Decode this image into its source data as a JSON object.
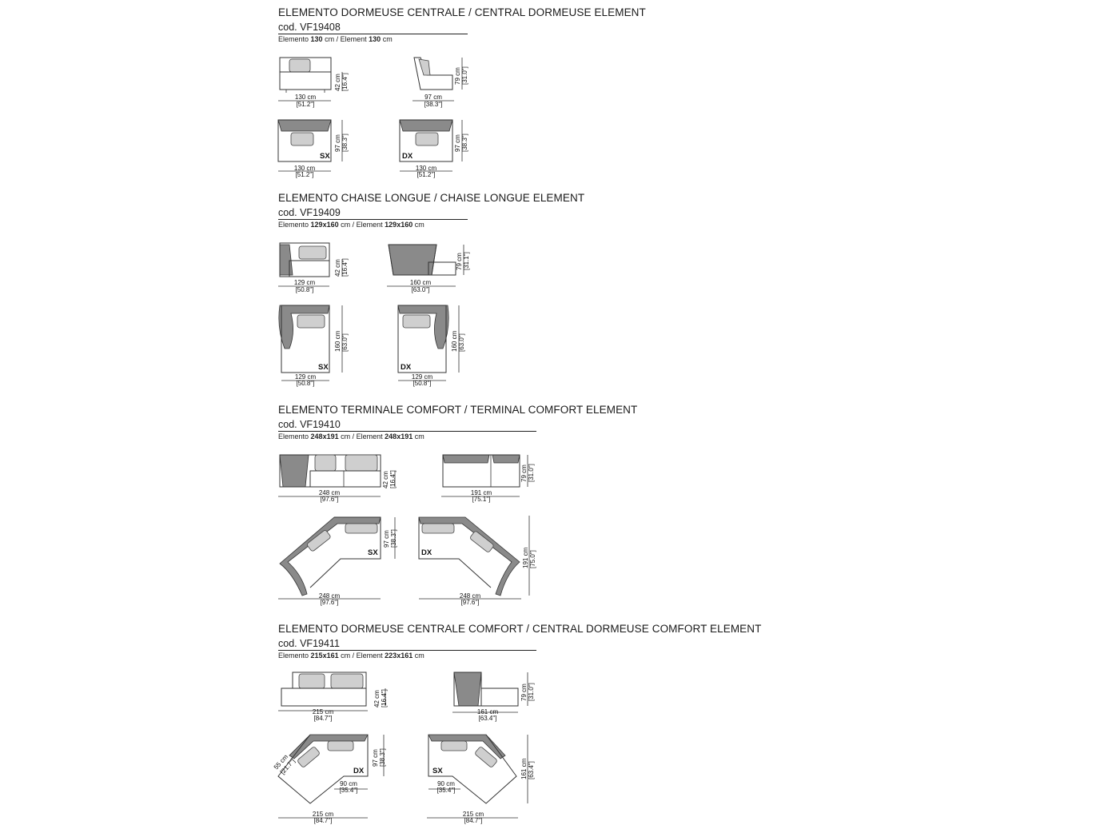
{
  "sections": [
    {
      "title": "ELEMENTO DORMEUSE CENTRALE / CENTRAL DORMEUSE ELEMENT",
      "code": "cod. VF19408",
      "dims": {
        "it_label": "Elemento",
        "it_value": "130",
        "en_label": "Element",
        "en_value": "130",
        "unit": "cm"
      },
      "views": {
        "front": {
          "w": "130 cm",
          "w_in": "[51.2\"]",
          "h": "42 cm",
          "h_in": "[16.4\"]"
        },
        "side": {
          "w": "97 cm",
          "w_in": "[38.3\"]",
          "h": "79 cm",
          "h_in": "[31.0\"]"
        },
        "plan_sx": {
          "tag": "SX",
          "w": "130 cm",
          "w_in": "[51.2\"]",
          "h": "97 cm",
          "h_in": "[38.3\"]"
        },
        "plan_dx": {
          "tag": "DX",
          "w": "130 cm",
          "w_in": "[51.2\"]",
          "h": "97 cm",
          "h_in": "[38.3\"]"
        }
      }
    },
    {
      "title": "ELEMENTO CHAISE LONGUE / CHAISE LONGUE ELEMENT",
      "code": "cod. VF19409",
      "dims": {
        "it_label": "Elemento",
        "it_value": "129x160",
        "en_label": "Element",
        "en_value": "129x160",
        "unit": "cm"
      },
      "views": {
        "front": {
          "w": "129 cm",
          "w_in": "[50.8\"]",
          "h": "42 cm",
          "h_in": "[16.4\"]"
        },
        "side": {
          "w": "160 cm",
          "w_in": "[63.0\"]",
          "h": "79 cm",
          "h_in": "[31.1\"]"
        },
        "plan_sx": {
          "tag": "SX",
          "w": "129 cm",
          "w_in": "[50.8\"]",
          "h": "160 cm",
          "h_in": "[63.0\"]"
        },
        "plan_dx": {
          "tag": "DX",
          "w": "129 cm",
          "w_in": "[50.8\"]",
          "h": "160 cm",
          "h_in": "[63.0\"]"
        }
      }
    },
    {
      "title": "ELEMENTO TERMINALE COMFORT / TERMINAL COMFORT ELEMENT",
      "code": "cod. VF19410",
      "dims": {
        "it_label": "Elemento",
        "it_value": "248x191",
        "en_label": "Element",
        "en_value": "248x191",
        "unit": "cm"
      },
      "views": {
        "front": {
          "w": "248 cm",
          "w_in": "[97.6\"]",
          "h": "42 cm",
          "h_in": "[16.4\"]"
        },
        "side": {
          "w": "191 cm",
          "w_in": "[75.1\"]",
          "h": "79 cm",
          "h_in": "[31.0\"]"
        },
        "plan_sx": {
          "tag": "SX",
          "w": "248 cm",
          "w_in": "[97.6\"]",
          "h": "97 cm",
          "h_in": "[38.3\"]"
        },
        "plan_dx": {
          "tag": "DX",
          "w": "248 cm",
          "w_in": "[97.6\"]",
          "h": "191 cm",
          "h_in": "[75.0\"]"
        }
      }
    },
    {
      "title": "ELEMENTO DORMEUSE CENTRALE COMFORT / CENTRAL DORMEUSE COMFORT ELEMENT",
      "code": "cod. VF19411",
      "dims": {
        "it_label": "Elemento",
        "it_value": "215x161",
        "en_label": "Element",
        "en_value": "223x161",
        "unit": "cm"
      },
      "views": {
        "front": {
          "w": "215 cm",
          "w_in": "[84.7\"]",
          "h": "42 cm",
          "h_in": "[16.4\"]"
        },
        "side": {
          "w": "161 cm",
          "w_in": "[63.4\"]",
          "h": "79 cm",
          "h_in": "[31.0\"]"
        },
        "plan_sx": {
          "tag": "DX",
          "w": "215 cm",
          "w_in": "[84.7\"]",
          "h": "97 cm",
          "h_in": "[38.3\"]",
          "inner": "90 cm",
          "inner_in": "[35.4\"]",
          "diag": "55 cm",
          "diag_in": "[21.7\"]"
        },
        "plan_dx": {
          "tag": "SX",
          "w": "215 cm",
          "w_in": "[84.7\"]",
          "h": "161 cm",
          "h_in": "[63.4\"]",
          "inner": "90 cm",
          "inner_in": "[35.4\"]"
        }
      }
    }
  ]
}
